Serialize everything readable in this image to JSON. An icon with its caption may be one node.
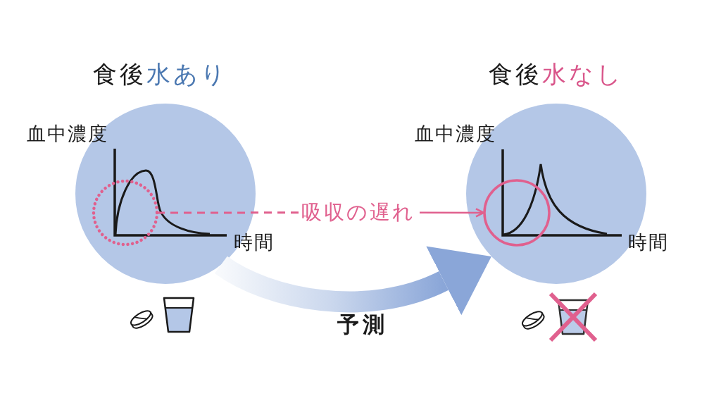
{
  "diagram": {
    "nodes": [
      {
        "text": [
          "食後水あり"
        ]
      },
      {
        "text": [],
        "shape": "circle",
        "in": 0
      },
      {
        "text": [
          "吸収の遅れ"
        ]
      },
      {
        "text": [
          "食後水なし"
        ]
      },
      {
        "text": [],
        "shape": "circle",
        "in": 3
      }
    ],
    "edges": [
      {
        "from": 1,
        "to": 2,
        "arrow": "none",
        "style": "dashed"
      },
      {
        "from": 2,
        "to": 4,
        "arrow": "to"
      },
      {
        "from": 0,
        "to": 3,
        "arrow": "to",
        "label": "予測",
        "style": "thick",
        "color": "#8aa6d8"
      }
    ],
    "labels": [
      "血中濃度",
      "時間",
      "血中濃度",
      "時間"
    ]
  }
}
